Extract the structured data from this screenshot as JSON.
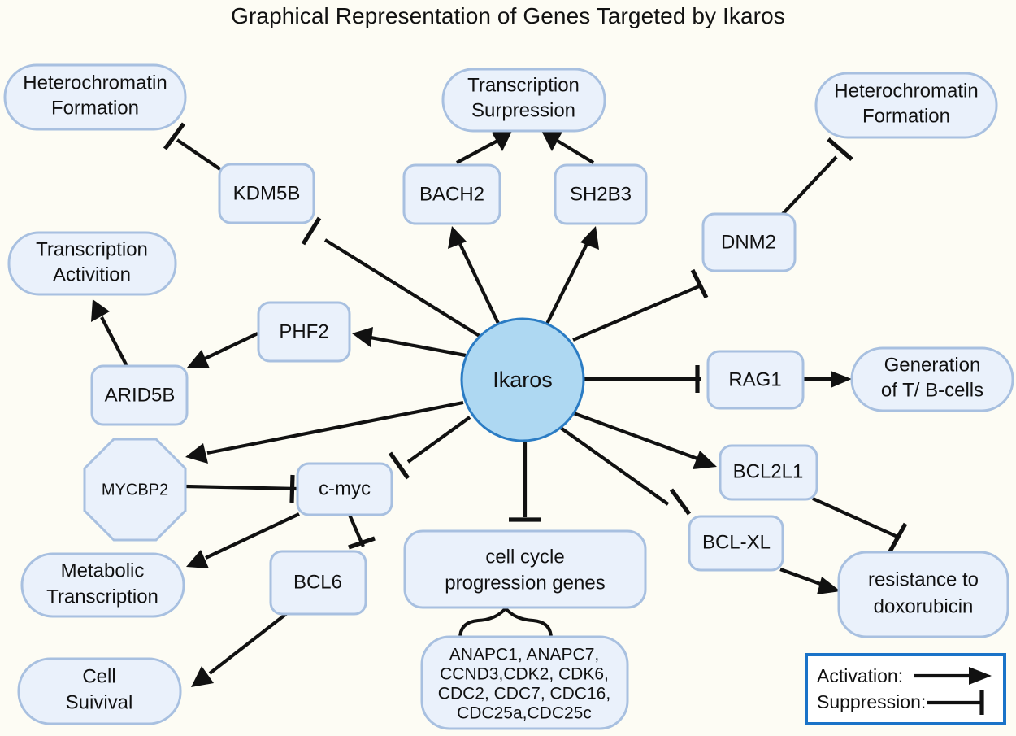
{
  "title": "Graphical Representation of Genes Targeted by Ikaros",
  "hub": {
    "label": "Ikaros"
  },
  "nodes": {
    "heterochromatin_left": {
      "label_line1": "Heterochromatin",
      "label_line2": "Formation"
    },
    "kdm5b": {
      "label": "KDM5B"
    },
    "transcription_surpression": {
      "label_line1": "Transcription",
      "label_line2": "Surpression"
    },
    "bach2": {
      "label": "BACH2"
    },
    "sh2b3": {
      "label": "SH2B3"
    },
    "heterochromatin_right": {
      "label_line1": "Heterochromatin",
      "label_line2": "Formation"
    },
    "dnm2": {
      "label": "DNM2"
    },
    "transcription_activition": {
      "label_line1": "Transcription",
      "label_line2": "Activition"
    },
    "phf2": {
      "label": "PHF2"
    },
    "arid5b": {
      "label": "ARID5B"
    },
    "mycbp2": {
      "label": "MYCBP2"
    },
    "cmyc": {
      "label": "c-myc"
    },
    "rag1": {
      "label": "RAG1"
    },
    "generation_tb_cells": {
      "label_line1": "Generation",
      "label_line2": "of T/ B-cells"
    },
    "bcl2l1": {
      "label": "BCL2L1"
    },
    "bclxl": {
      "label": "BCL-XL"
    },
    "resistance_doxorubicin": {
      "label_line1": "resistance to",
      "label_line2": "doxorubicin"
    },
    "metabolic_transcription": {
      "label_line1": "Metabolic",
      "label_line2": "Transcription"
    },
    "bcl6": {
      "label": "BCL6"
    },
    "cell_suivival": {
      "label_line1": "Cell",
      "label_line2": "Suivival"
    },
    "cell_cycle_genes": {
      "label_line1": "cell cycle",
      "label_line2": "progression genes"
    },
    "gene_list": {
      "line1": "ANAPC1, ANAPC7,",
      "line2": "CCND3,CDK2, CDK6,",
      "line3": "CDC2, CDC7, CDC16,",
      "line4": "CDC25a,CDC25c"
    }
  },
  "legend": {
    "activation_label": "Activation:",
    "suppression_label": "Suppression:",
    "border_color": "#1a73c8"
  },
  "colors": {
    "background": "#fdfcf4",
    "node_fill": "#eaf1fb",
    "node_stroke": "#a8c0e0",
    "hub_fill": "#aed8f2",
    "hub_stroke": "#2b7cc4",
    "edge": "#111111",
    "text": "#111111"
  }
}
